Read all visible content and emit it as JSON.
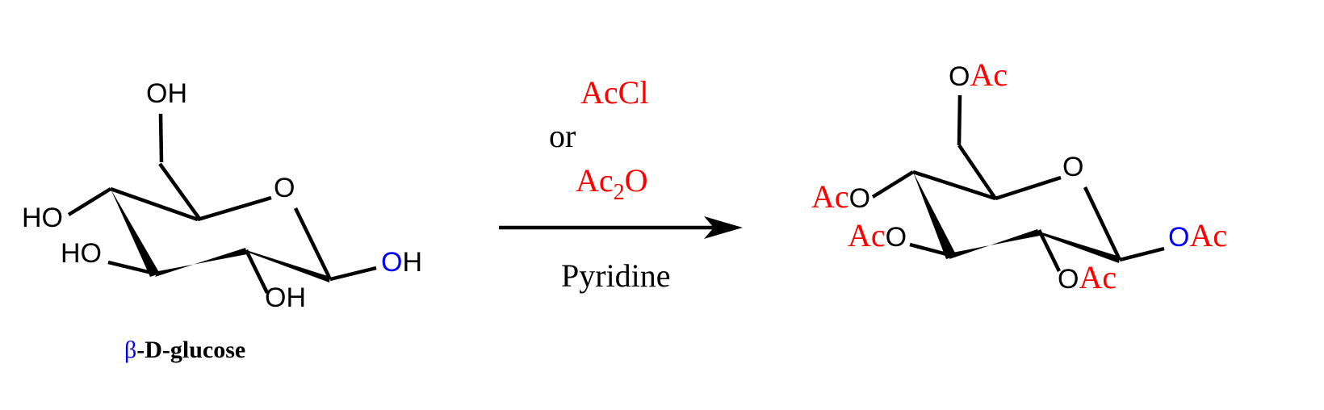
{
  "diagram": {
    "type": "chemical-reaction-scheme",
    "colors": {
      "default": "#000000",
      "acetyl": "#ff0000",
      "anomeric_oxygen": "#0000ff"
    },
    "reactant": {
      "name_prefix": "β",
      "name_rest": "-D-glucose",
      "labels": {
        "c6_oh": "OH",
        "c4_oh": "HO",
        "c3_oh": "HO",
        "c2_oh": "OH",
        "ring_o": "O",
        "c1_o": "O",
        "c1_h": "H"
      }
    },
    "conditions": {
      "reagent_1": "AcCl",
      "connector": "or",
      "reagent_2_prefix": "Ac",
      "reagent_2_sub": "2",
      "reagent_2_suffix": "O",
      "below_arrow": "Pyridine"
    },
    "product": {
      "labels": {
        "c6_o": "O",
        "c6_ac": "Ac",
        "c4_ac": "Ac",
        "c4_o": "O",
        "c3_ac": "Ac",
        "c3_o": "O",
        "c2_o": "O",
        "c2_ac": "Ac",
        "ring_o": "O",
        "c1_o": "O",
        "c1_ac": "Ac"
      }
    }
  }
}
